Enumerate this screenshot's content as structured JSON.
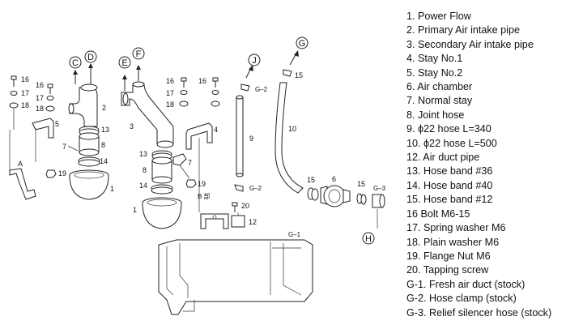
{
  "parts_list": [
    "1. Power Flow",
    "2. Primary Air intake pipe",
    "3. Secondary Air intake pipe",
    "4. Stay No.1",
    "5. Stay No.2",
    "6. Air chamber",
    "7. Normal stay",
    "8. Joint hose",
    "9. ϕ22 hose L=340",
    "10. ϕ22 hose L=500",
    "12. Air duct pipe",
    "13. Hose band #36",
    "14. Hose band #40",
    "15. Hose band #12",
    "16 Bolt M6-15",
    "17. Spring washer M6",
    "18. Plain washer M6",
    "19. Flange Nut M6",
    "20. Tapping screw",
    "G-1. Fresh air duct (stock)",
    "G-2. Hose clamp (stock)",
    "G-3. Relief silencer hose (stock)"
  ],
  "circle_labels": {
    "c": "C",
    "d": "D",
    "e": "E",
    "f": "F",
    "j": "J",
    "g": "G",
    "h": "H"
  },
  "callouts": {
    "n1a": "1",
    "n1b": "1",
    "n2": "2",
    "n3": "3",
    "n4": "4",
    "n5": "5",
    "n6": "6",
    "n7a": "7",
    "n7b": "7",
    "n8a": "8",
    "n8b": "8",
    "n9": "9",
    "n10": "10",
    "n12": "12",
    "n13a": "13",
    "n13b": "13",
    "n14a": "14",
    "n14b": "14",
    "n15a": "15",
    "n15b": "15",
    "n15c": "15",
    "n16a": "16",
    "n16b": "16",
    "n16c": "16",
    "n16d": "16",
    "n17a": "17",
    "n17b": "17",
    "n17c": "17",
    "n18a": "18",
    "n18b": "18",
    "n18c": "18",
    "n19a": "19",
    "n19b": "19",
    "n20": "20",
    "g1": "G–1",
    "g2a": "G–2",
    "g2b": "G–2",
    "g3": "G–3",
    "a": "A",
    "b": "B 部"
  }
}
